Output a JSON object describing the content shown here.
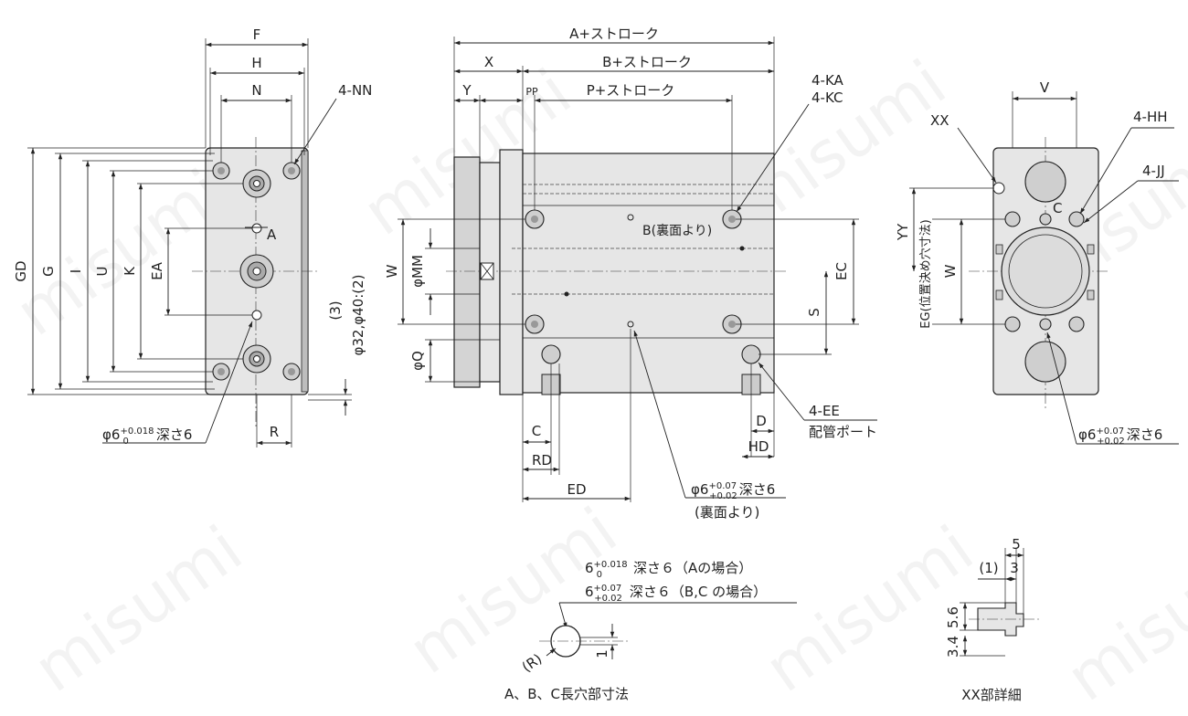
{
  "front_view": {
    "top_dims": [
      "F",
      "H",
      "N",
      "4-NN"
    ],
    "left_dims": [
      "GD",
      "G",
      "I",
      "U",
      "K",
      "EA"
    ],
    "labels": [
      "A",
      "(3)",
      "φ32,φ40:(2)",
      "R"
    ],
    "hole_note": {
      "prefix": "φ6",
      "tol_upper": "+0.018",
      "tol_lower": "0",
      "suffix": "深さ6"
    }
  },
  "side_view": {
    "top_dims": [
      "A+ストローク",
      "X",
      "B+ストローク",
      "Y",
      "PP",
      "P+ストローク",
      "4-KA",
      "4-KC"
    ],
    "left_dims": [
      "W",
      "φMM",
      "φQ"
    ],
    "right_dims": [
      "EC",
      "S"
    ],
    "bottom_dims": [
      "C",
      "RD",
      "ED",
      "D",
      "HD"
    ],
    "port_label": [
      "4-EE",
      "配管ポート"
    ],
    "back_label": "B(裏面より)",
    "hole_note": {
      "prefix": "φ6",
      "tol_upper": "+0.07",
      "tol_lower": "+0.02",
      "suffix": "深さ6",
      "sub": "(裏面より)"
    }
  },
  "rear_view": {
    "labels": [
      "V",
      "XX",
      "4-HH",
      "4-JJ",
      "C",
      "YY",
      "W",
      "EG(位置決め穴寸法)"
    ],
    "hole_note": {
      "prefix": "φ6",
      "tol_upper": "+0.07",
      "tol_lower": "+0.02",
      "suffix": "深さ6"
    }
  },
  "slot_detail": {
    "line1": {
      "prefix": "6",
      "tol_upper": "+0.018",
      "tol_lower": "0",
      "text": "深さ６（Aの場合）"
    },
    "line2": {
      "prefix": "6",
      "tol_upper": "+0.07",
      "tol_lower": "+0.02",
      "text": "深さ６（B,C の場合）"
    },
    "labels": [
      "(R)",
      "1"
    ],
    "caption": "A、B、C長穴部寸法"
  },
  "xx_detail": {
    "labels": [
      "5",
      "(1)",
      "3",
      "5.6",
      "3.4"
    ],
    "caption": "XX部詳細"
  },
  "watermark": "misumi"
}
